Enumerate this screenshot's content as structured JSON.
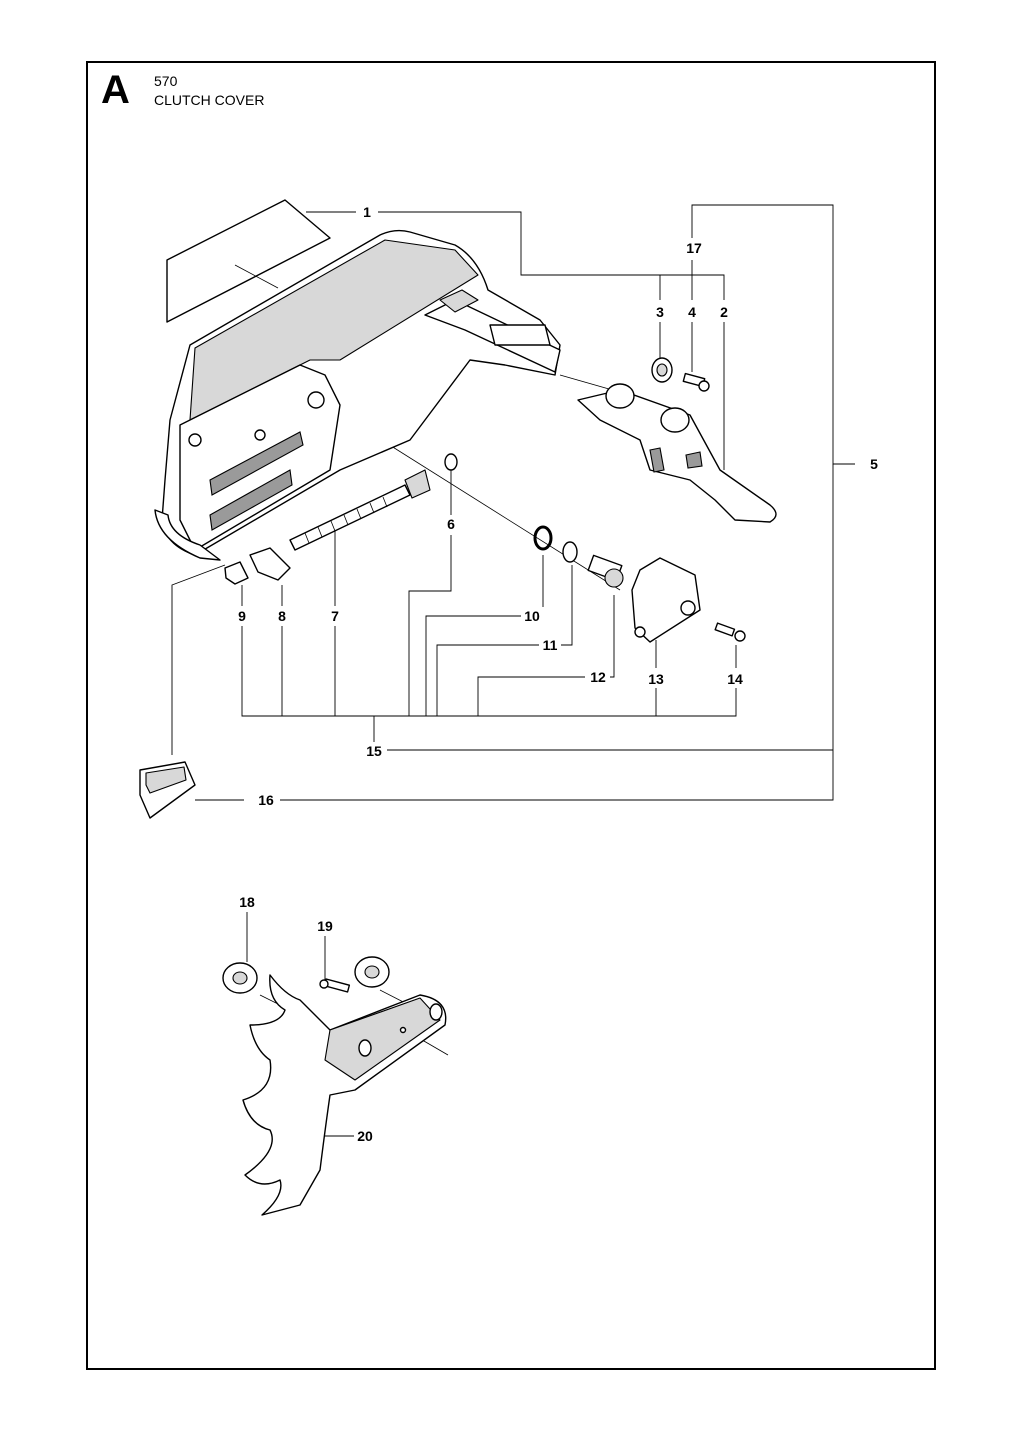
{
  "header": {
    "section": "A",
    "model": "570",
    "title": "CLUTCH COVER"
  },
  "callouts": [
    "1",
    "2",
    "3",
    "4",
    "5",
    "6",
    "7",
    "8",
    "9",
    "10",
    "11",
    "12",
    "13",
    "14",
    "15",
    "16",
    "17",
    "18",
    "19",
    "20"
  ]
}
